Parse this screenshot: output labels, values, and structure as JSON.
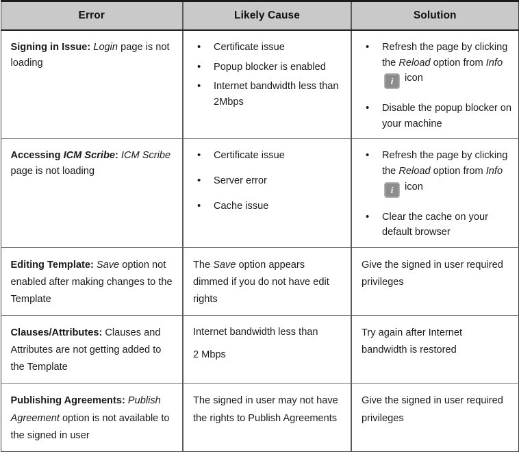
{
  "table": {
    "headers": [
      {
        "label": "Error"
      },
      {
        "label": "Likely Cause"
      },
      {
        "label": "Solution"
      }
    ],
    "icon": {
      "name": "info-icon",
      "glyph": "i"
    },
    "rows": [
      {
        "error": {
          "bold": "Signing in Issue:",
          "italic": "Login",
          "rest": " page is not loading"
        },
        "causes": [
          "Certificate issue",
          "Popup blocker is enabled",
          "Internet bandwidth less than 2Mbps"
        ],
        "solutions": [
          {
            "pre": "Refresh the page by clicking the ",
            "italic1": "Reload",
            "mid": " option from ",
            "italic2": "Info",
            "post": " icon",
            "has_icon": true
          },
          {
            "pre": "Disable the popup blocker on your machine",
            "has_icon": false
          }
        ]
      },
      {
        "error": {
          "bold": "Accessing ",
          "bold_italic": "ICM Scribe",
          "bold_colon": ":",
          "italic": " ICM Scribe",
          "rest": " page is not loading"
        },
        "causes": [
          "Certificate issue",
          "Server error",
          "Cache issue"
        ],
        "solutions": [
          {
            "pre": "Refresh the page by clicking the ",
            "italic1": "Reload",
            "mid": " option from ",
            "italic2": "Info",
            "post": " icon",
            "has_icon": true
          },
          {
            "pre": "Clear the cache on your default browser",
            "has_icon": false
          }
        ]
      },
      {
        "error": {
          "bold": "Editing Template:",
          "italic": " Save",
          "rest": " option not enabled after making changes to the Template"
        },
        "cause_pre": "The ",
        "cause_italic": "Save",
        "cause_post": " option appears dimmed if you do not have edit rights",
        "solution": "Give the signed in user required privileges"
      },
      {
        "error": {
          "bold": "Clauses/Attributes:",
          "rest": " Clauses and Attributes are not getting added to the Template"
        },
        "cause_line1": "Internet bandwidth less than",
        "cause_line2": "2 Mbps",
        "solution": "Try again after Internet bandwidth is restored"
      },
      {
        "error": {
          "bold": "Publishing Agreements:",
          "italic": " Publish Agreement",
          "rest": " option is not available to the signed in user"
        },
        "cause": "The signed in user may not have the rights to Publish Agreements",
        "solution": "Give the signed in user required privileges"
      }
    ]
  }
}
